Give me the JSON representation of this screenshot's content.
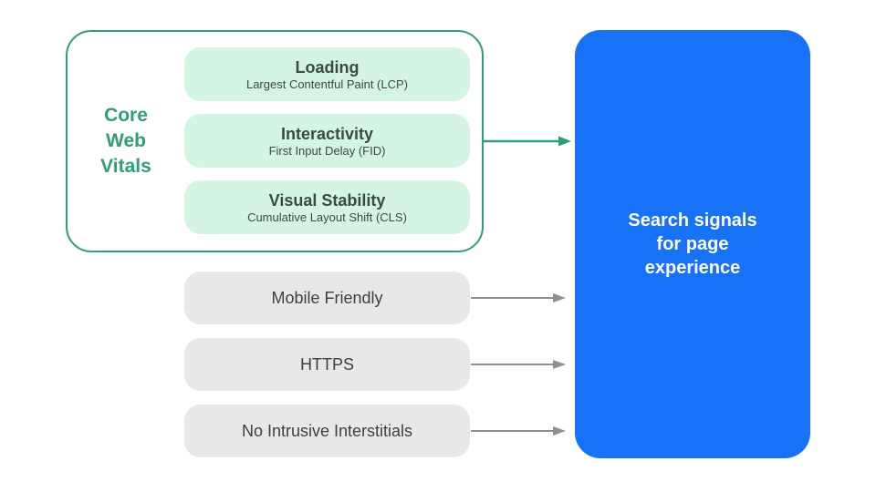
{
  "colors": {
    "background": "#ffffff",
    "green": "#2f9e77",
    "green-light": "#d4f5e4",
    "text-green-dark": "#3a4a43",
    "gray-pill": "#e8e8e8",
    "text-dark": "#3c4043",
    "arrow-gray": "#8a9096",
    "blue": "#1772f8",
    "white-text": "#ffffff"
  },
  "core_web_vitals": {
    "label_lines": [
      "Core",
      "Web",
      "Vitals"
    ],
    "items": [
      {
        "title": "Loading",
        "subtitle": "Largest Contentful Paint (LCP)"
      },
      {
        "title": "Interactivity",
        "subtitle": "First Input Delay (FID)"
      },
      {
        "title": "Visual Stability",
        "subtitle": "Cumulative Layout Shift (CLS)"
      }
    ]
  },
  "other_signals": [
    {
      "label": "Mobile Friendly"
    },
    {
      "label": "HTTPS"
    },
    {
      "label": "No Intrusive Interstitials"
    }
  ],
  "result_box": {
    "lines": [
      "Search signals",
      "for page",
      "experience"
    ]
  }
}
